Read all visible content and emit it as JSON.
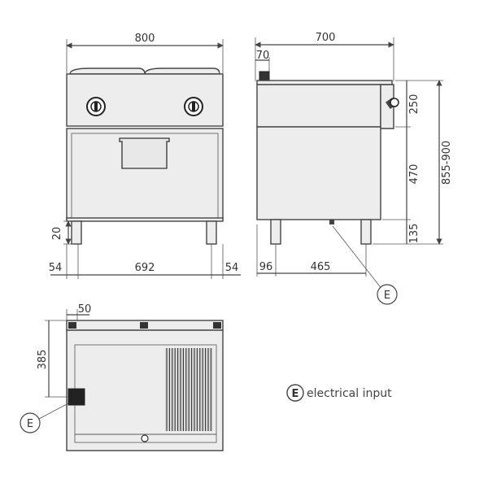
{
  "front_view": {
    "width": "800",
    "leg_height": "20",
    "left_offset": "54",
    "leg_span": "692",
    "right_offset": "54"
  },
  "side_view": {
    "depth": "700",
    "top_offset": "70",
    "upper_section": "250",
    "cabinet_height": "470",
    "total_height": "855-900",
    "leg_height": "135",
    "left_offset": "96",
    "input_position": "465",
    "input_marker": "E"
  },
  "top_view": {
    "offset_x": "50",
    "depth_to_input": "385",
    "input_marker": "E"
  },
  "legend": {
    "marker": "E",
    "text": "electrical input"
  }
}
